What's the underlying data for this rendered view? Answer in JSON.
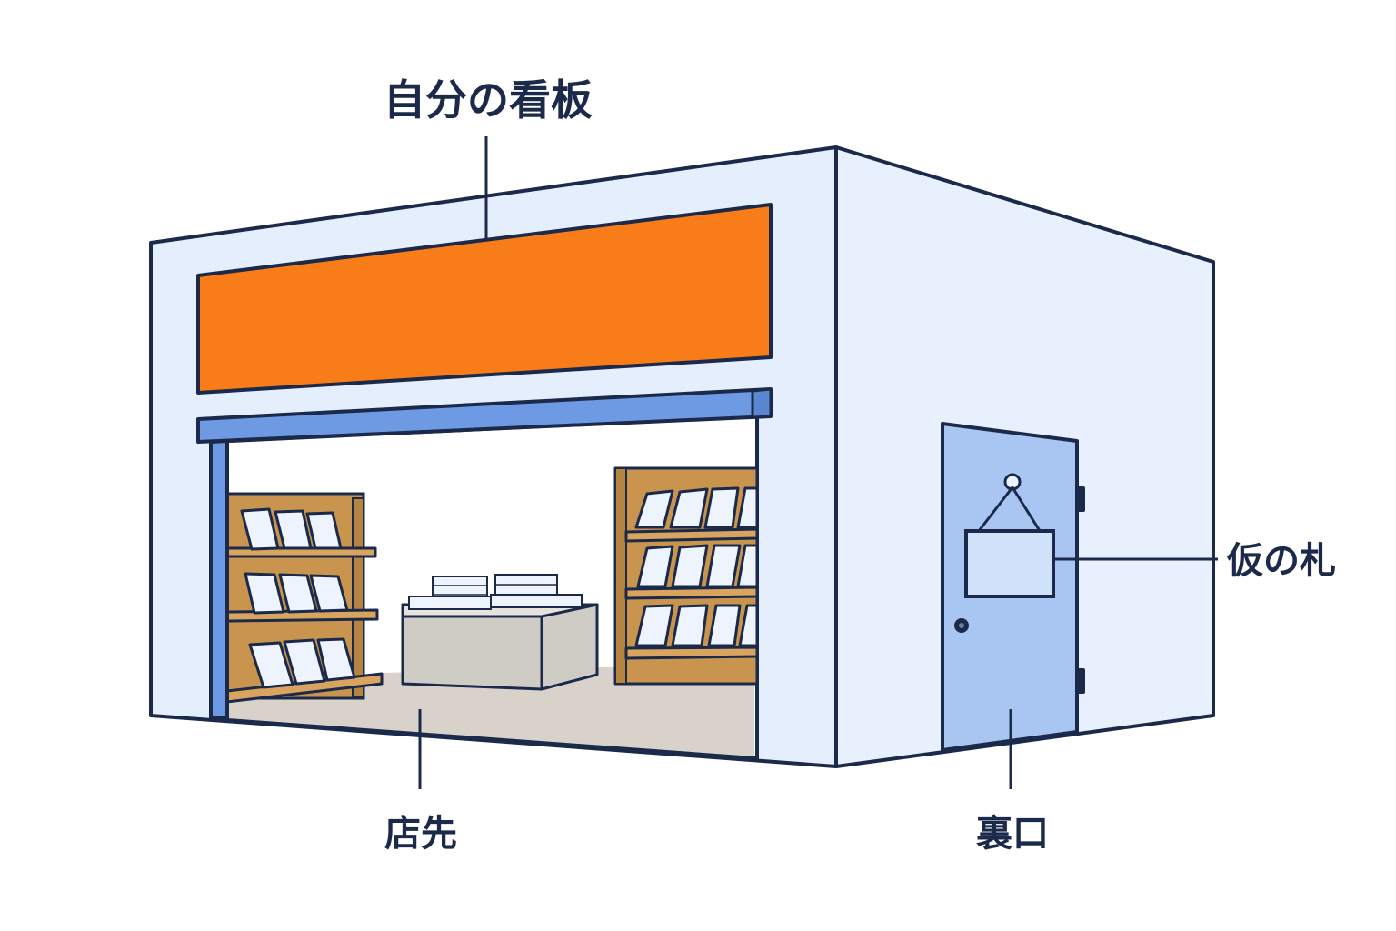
{
  "labels": {
    "signboard": "自分の看板",
    "storefront": "店先",
    "back_door": "裏口",
    "temporary_tag": "仮の札"
  },
  "colors": {
    "outline": "#1b2a4a",
    "wall_front": "#e4eefc",
    "wall_side": "#e8f0fd",
    "signboard": "#f87c17",
    "shutter_rail": "#6e9ae4",
    "door": "#a8c6f1",
    "tag": "#d0e2fa",
    "shelf_wood": "#c9944e",
    "floor": "#d9d2ca",
    "table": "#cfccc6"
  }
}
